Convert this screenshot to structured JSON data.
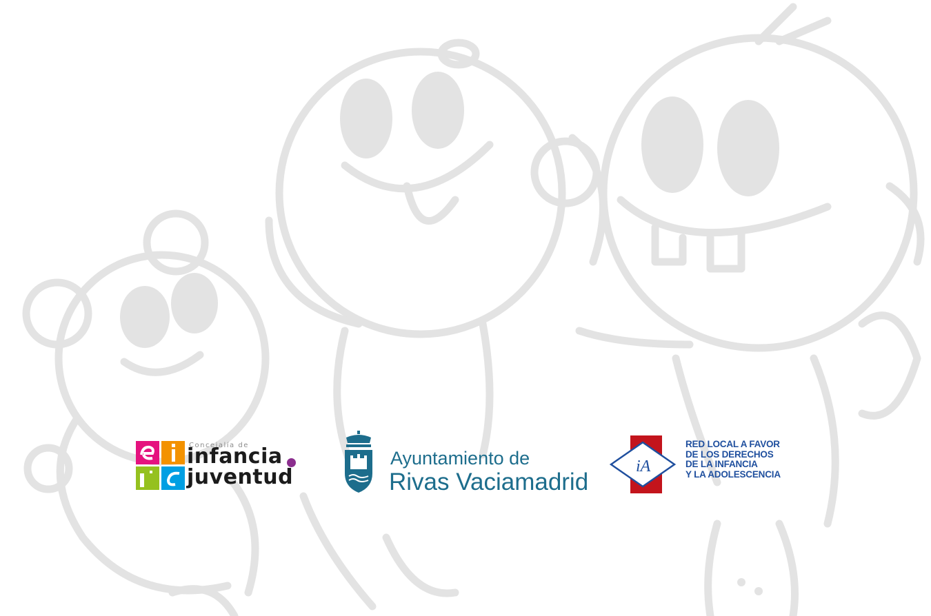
{
  "background": {
    "description_icons": [
      "bear-character-icon",
      "child-character-icon",
      "boy-character-icon"
    ],
    "line_color": "#e3e3e3"
  },
  "logos": {
    "infancia": {
      "small_text": "Concejalía de",
      "line1": "infancia",
      "line2": "juventud",
      "colors": {
        "magenta": "#e5127f",
        "orange": "#f39200",
        "green": "#95c11f",
        "blue": "#009fe3",
        "purple": "#8b2e8e"
      }
    },
    "rivas": {
      "line1": "Ayuntamiento de",
      "line2": "Rivas Vaciamadrid",
      "color": "#1d6d8c"
    },
    "red_local": {
      "emblem_text": "iA",
      "lines": [
        "RED LOCAL A FAVOR",
        "DE LOS DERECHOS",
        "DE LA INFANCIA",
        "Y LA ADOLESCENCIA"
      ],
      "colors": {
        "red": "#c3141c",
        "blue": "#1f4f9e"
      }
    }
  }
}
